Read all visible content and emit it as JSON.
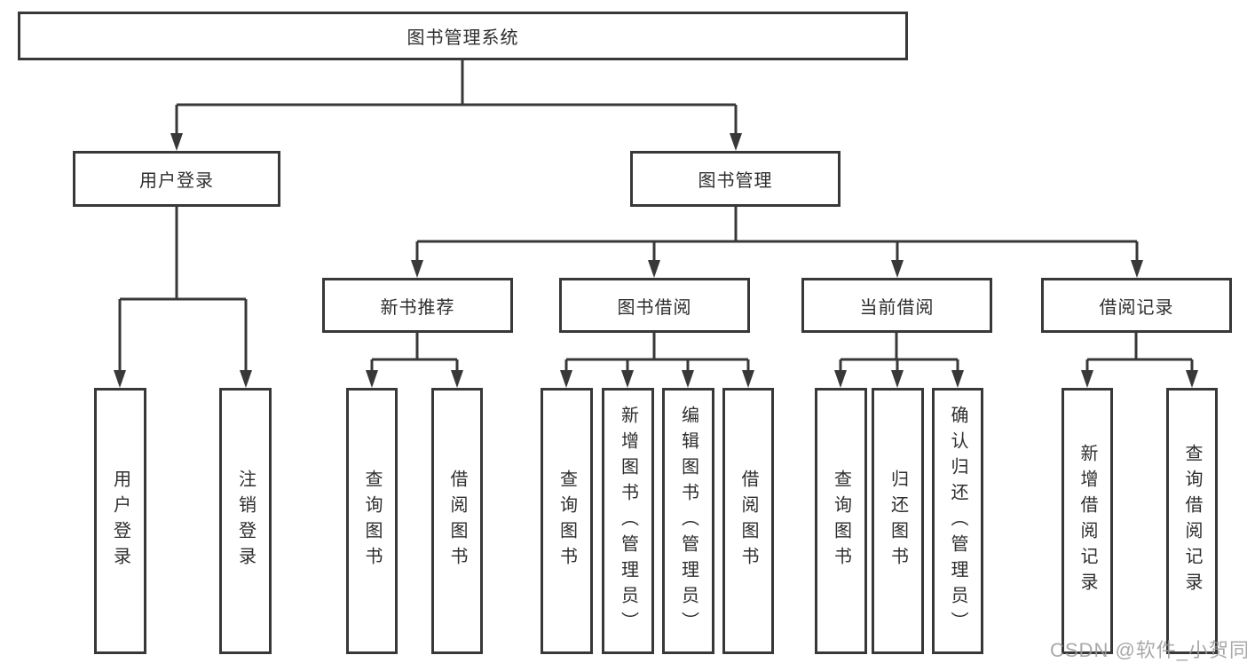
{
  "colors": {
    "line": "#383838",
    "text": "#2e2e2e",
    "background": "#ffffff",
    "watermark": "#9b9b9b"
  },
  "tree": {
    "label": "图书管理系统",
    "children": [
      {
        "label": "用户登录",
        "children": [
          {
            "label": "用户登录"
          },
          {
            "label": "注销登录"
          }
        ]
      },
      {
        "label": "图书管理",
        "children": [
          {
            "label": "新书推荐",
            "children": [
              {
                "label": "查询图书"
              },
              {
                "label": "借阅图书"
              }
            ]
          },
          {
            "label": "图书借阅",
            "children": [
              {
                "label": "查询图书"
              },
              {
                "label": "新增图书（管理员）"
              },
              {
                "label": "编辑图书（管理员）"
              },
              {
                "label": "借阅图书"
              }
            ]
          },
          {
            "label": "当前借阅",
            "children": [
              {
                "label": "查询图书"
              },
              {
                "label": "归还图书"
              },
              {
                "label": "确认归还（管理员）"
              }
            ]
          },
          {
            "label": "借阅记录",
            "children": [
              {
                "label": "新增借阅记录"
              },
              {
                "label": "查询借阅记录"
              }
            ]
          }
        ]
      }
    ]
  },
  "watermark": {
    "text": "CSDN @软件_小贺同学"
  }
}
